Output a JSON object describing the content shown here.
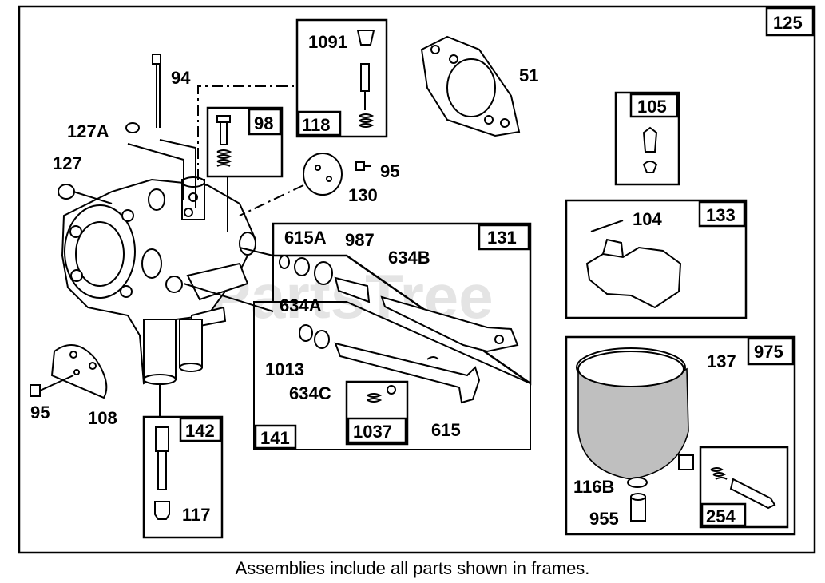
{
  "watermark": "PartsTree",
  "caption": "Assemblies include all parts shown in frames.",
  "assembly_frames": {
    "main": "125",
    "frame_98": "98",
    "frame_118": "118",
    "frame_105": "105",
    "frame_133": "133",
    "frame_131": "131",
    "frame_141": "141",
    "frame_1037": "1037",
    "frame_975": "975",
    "frame_254": "254",
    "frame_142": "142"
  },
  "part_labels": {
    "p1091": "1091",
    "p51": "51",
    "p94": "94",
    "p127A": "127A",
    "p127": "127",
    "p95_top": "95",
    "p130": "130",
    "p104": "104",
    "p615A": "615A",
    "p987": "987",
    "p634B": "634B",
    "p634A": "634A",
    "p1013": "1013",
    "p634C": "634C",
    "p615": "615",
    "p137": "137",
    "p95_bottom": "95",
    "p108": "108",
    "p117": "117",
    "p116B": "116B",
    "p955": "955"
  }
}
